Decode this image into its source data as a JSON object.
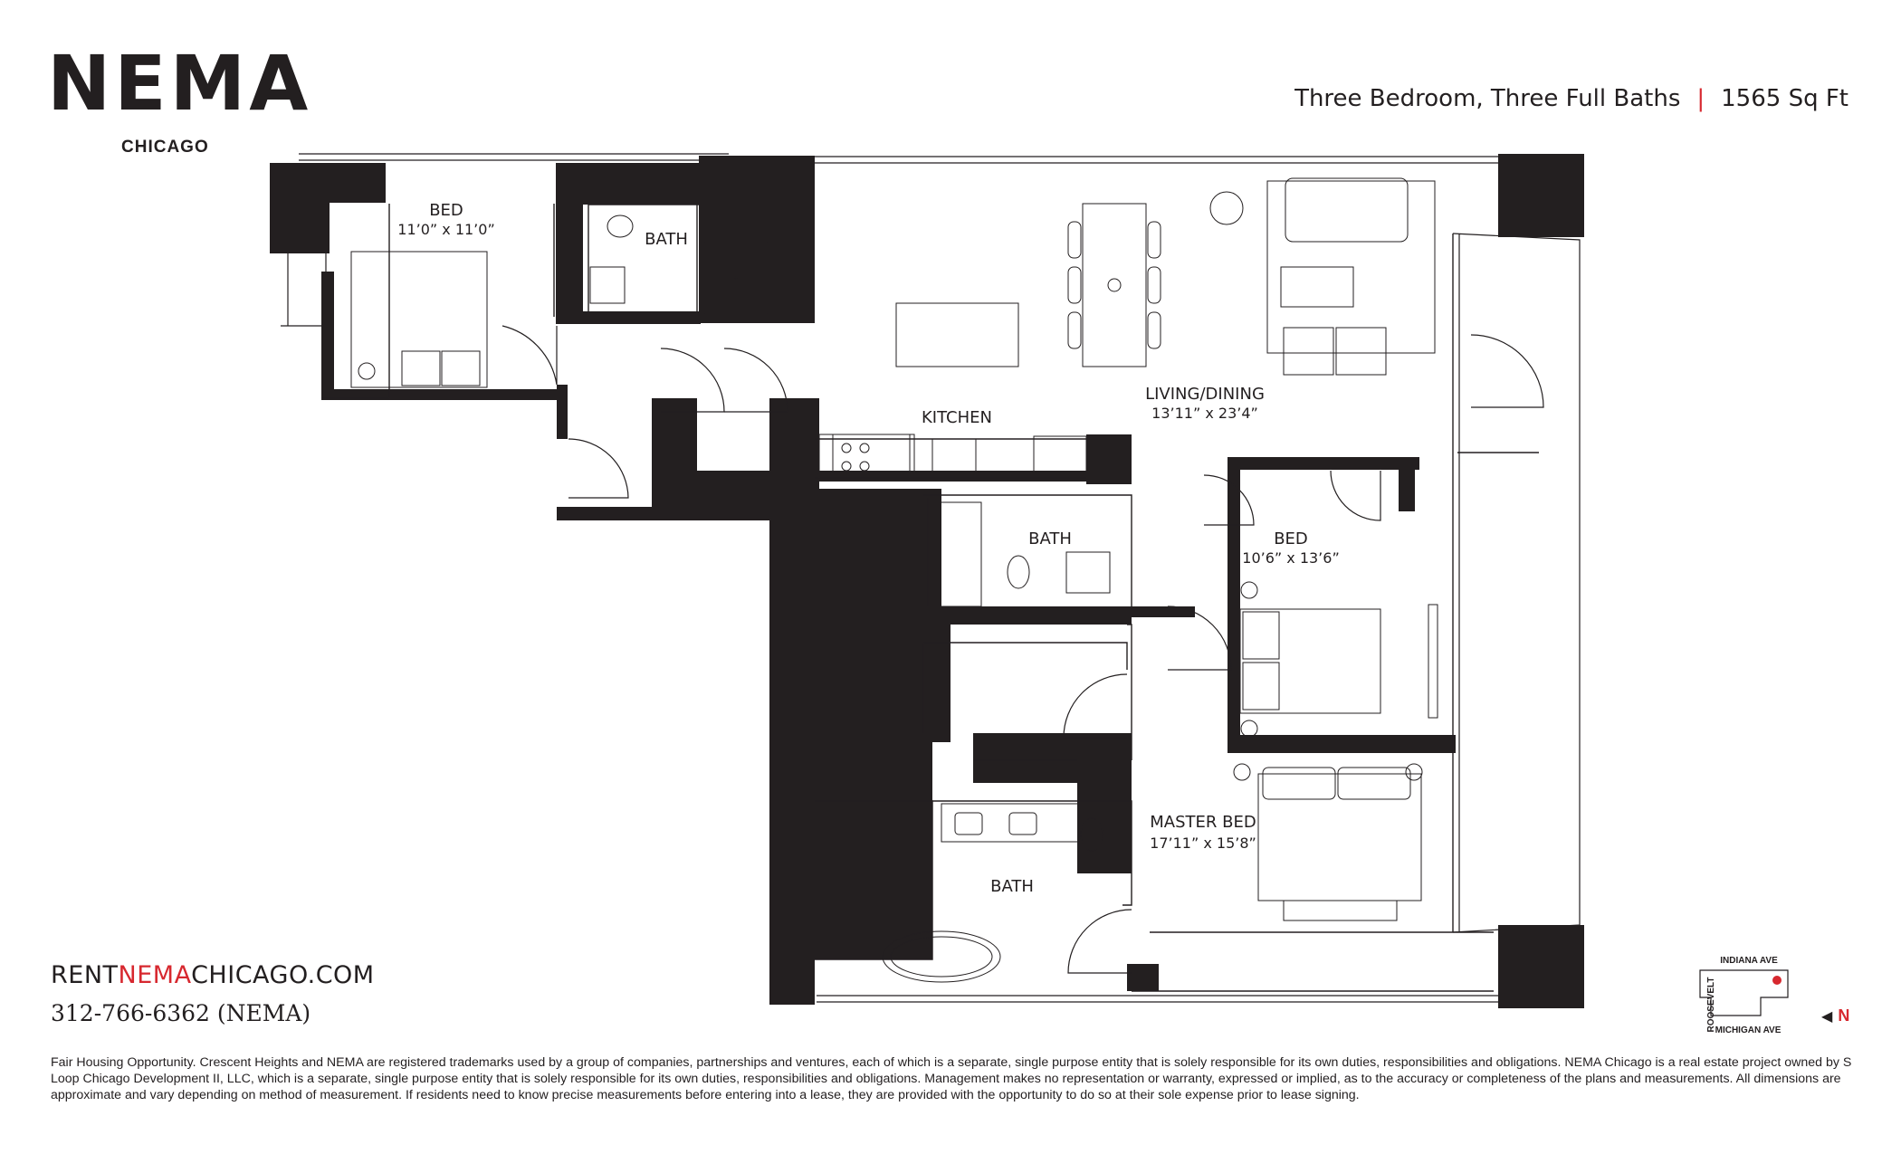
{
  "brand": {
    "name": "NEMA",
    "city": "CHICAGO"
  },
  "unit": {
    "type": "Three Bedroom, Three Full Baths",
    "area": "1565 Sq Ft"
  },
  "rooms": {
    "bed1": {
      "label": "BED",
      "dims": "11’0” x 11’0”"
    },
    "bath1": {
      "label": "BATH"
    },
    "kitchen": {
      "label": "KITCHEN"
    },
    "living": {
      "label": "LIVING/DINING",
      "dims": "13’11” x 23’4”"
    },
    "bath2": {
      "label": "BATH"
    },
    "bed2": {
      "label": "BED",
      "dims": "10’6” x 13’6”"
    },
    "master": {
      "label": "MASTER BED",
      "dims": "17’11” x 15’8”"
    },
    "bath3": {
      "label": "BATH"
    }
  },
  "contact": {
    "url_prefix": "RENT",
    "url_highlight": "NEMA",
    "url_suffix": "CHICAGO.COM",
    "phone": "312-766-6362 (NEMA)"
  },
  "legal": "Fair Housing Opportunity. Crescent Heights and NEMA are registered trademarks used by a group of companies, partnerships and ventures, each of which is a separate, single purpose entity that is solely responsible for its own duties, responsibilities and obligations. NEMA Chicago is a real estate project owned by S Loop Chicago Development II, LLC, which is a separate, single purpose entity that is solely responsible for its own duties, responsibilities and obligations. Management makes no representation or warranty, expressed or implied, as to the accuracy or completeness of the plans and measurements. All dimensions are approximate and vary depending on method of measurement. If residents need to know precise measurements before entering into a lease, they are provided with the opportunity to do so at their sole expense prior to lease signing.",
  "site_map": {
    "top": "INDIANA AVE",
    "bottom": "MICHIGAN AVE",
    "side": "ROOSEVELT",
    "north": "N"
  },
  "colors": {
    "accent": "#d7282f",
    "ink": "#231f20"
  }
}
